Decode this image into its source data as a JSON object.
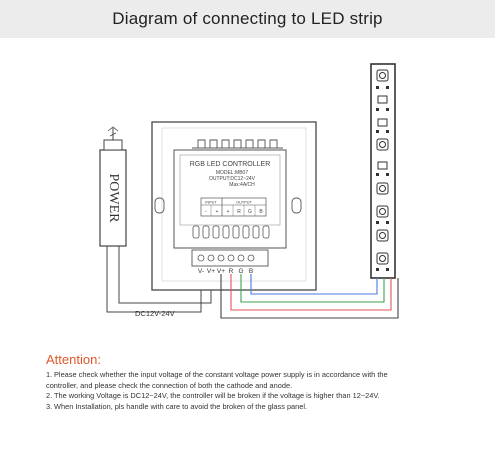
{
  "title": "Diagram of connecting to LED strip",
  "power_label": "POWER",
  "power_spec": "DC12V-24V",
  "controller": {
    "name": "RGB LED CONTROLLER",
    "model": "MODEL:MB07",
    "output": "OUTPUT:DC12~24V",
    "max": "Max:4A/CH",
    "input_label": "INPUT",
    "output_label": "OUTPUT",
    "terminal_row": [
      "-",
      "+",
      "+",
      "R",
      "G",
      "B"
    ],
    "terminals": [
      "V-",
      "V+",
      "V+",
      "R",
      "G",
      "B"
    ]
  },
  "colors": {
    "wire": "#444444",
    "red": "#e05555",
    "green": "#3fa34d",
    "blue": "#4a7ae0",
    "attention": "#e0572b",
    "title_bar": "#ececec"
  },
  "attention": {
    "heading": "Attention:",
    "note1_num": "1.",
    "note1_a": "Please check whether the input voltage of the constant voltage power supply is in accordance with the",
    "note1_b": "controller, and please check the connection of both the cathode and anode.",
    "note2_num": "2.",
    "note2": "The working Voltage is DC12~24V, the controller will be broken if the voltage is higher than 12~24V.",
    "note3_num": "3.",
    "note3": "When Installation, pls handle with care to avoid the broken of the glass panel."
  }
}
